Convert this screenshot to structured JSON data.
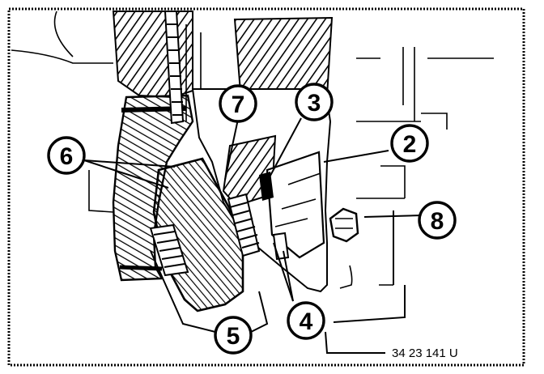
{
  "callouts": {
    "c2": "2",
    "c3": "3",
    "c4": "4",
    "c5": "5",
    "c6": "6",
    "c7": "7",
    "c8": "8"
  },
  "part_number": "34 23 141 U"
}
